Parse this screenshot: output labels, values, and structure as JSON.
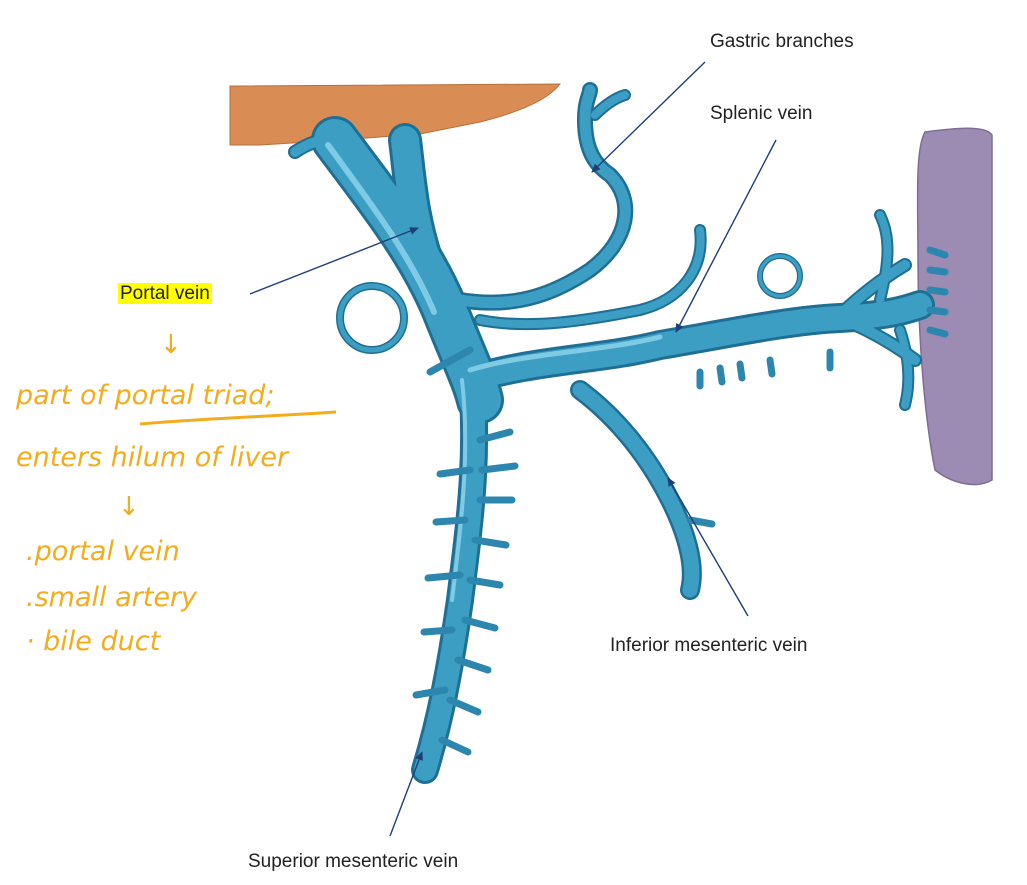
{
  "labels": {
    "gastric": "Gastric branches",
    "splenic": "Splenic vein",
    "portal": "Portal vein",
    "inferior": "Inferior mesenteric vein",
    "superior": "Superior mesenteric vein"
  },
  "notes": {
    "line1_prefix": "part of ",
    "line1_underlined": "portal triad;",
    "line2": "enters hilum of liver",
    "item1": ".portal vein",
    "item2": ".small artery",
    "item3": "· bile duct",
    "arrow": "↓"
  },
  "colors": {
    "vein": "#3d9ec3",
    "vein_dark": "#1f6f95",
    "vein_light": "#7fcbe6",
    "liver": "#d98d55",
    "spleen": "#9c8bb3",
    "pointer": "#2b4a7a",
    "note_ink": "#f2ac1c",
    "highlight": "#ffff00"
  }
}
